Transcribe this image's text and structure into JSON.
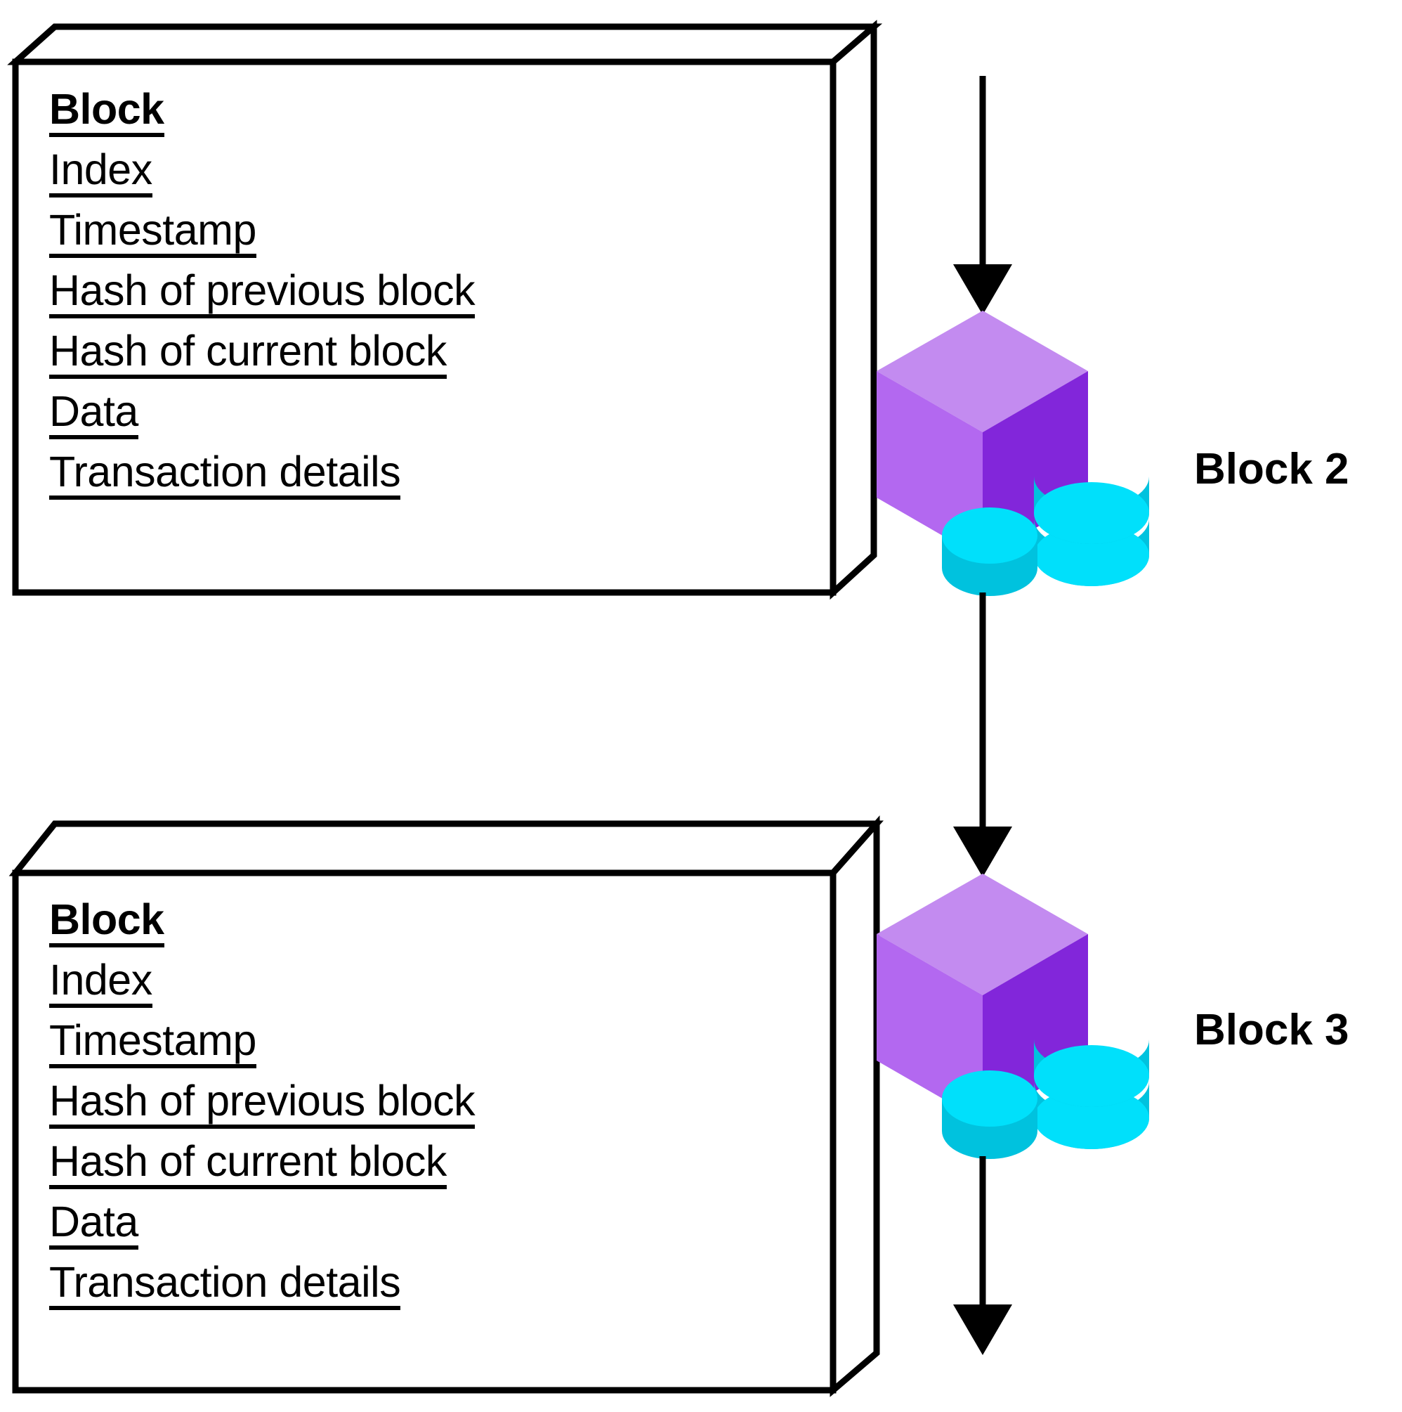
{
  "diagram": {
    "title": "Blockchain block structure",
    "background_color": "#FFFFFF",
    "line_color": "#000000"
  },
  "colors": {
    "cube_top": "#C38BF0",
    "cube_left": "#B368F0",
    "cube_right": "#8226DA",
    "coin_top": "#00E0FB",
    "coin_side": "#00C2DE",
    "outline": "#000000",
    "card_fill": "#FFFFFF"
  },
  "blocks": [
    {
      "id": "block-2",
      "card_title": "Block",
      "fields": [
        "Index",
        "Timestamp",
        "Hash of previous block",
        "Hash of current block",
        "Data",
        "Transaction details"
      ],
      "chain_label": "Block 2",
      "icon": {
        "cube": "cube-icon",
        "coins": "coin-stack-icon",
        "coin_count_front": 1,
        "coin_count_back": 2
      }
    },
    {
      "id": "block-3",
      "card_title": "Block",
      "fields": [
        "Index",
        "Timestamp",
        "Hash of previous block",
        "Hash of current block",
        "Data",
        "Transaction details"
      ],
      "chain_label": "Block 3",
      "icon": {
        "cube": "cube-icon",
        "coins": "coin-stack-icon",
        "coin_count_front": 1,
        "coin_count_back": 2
      }
    }
  ],
  "arrows": [
    {
      "id": "arrow-into-block-2",
      "direction": "down"
    },
    {
      "id": "arrow-block-2-to-block-3",
      "direction": "down"
    },
    {
      "id": "arrow-out-of-block-3",
      "direction": "down"
    }
  ]
}
